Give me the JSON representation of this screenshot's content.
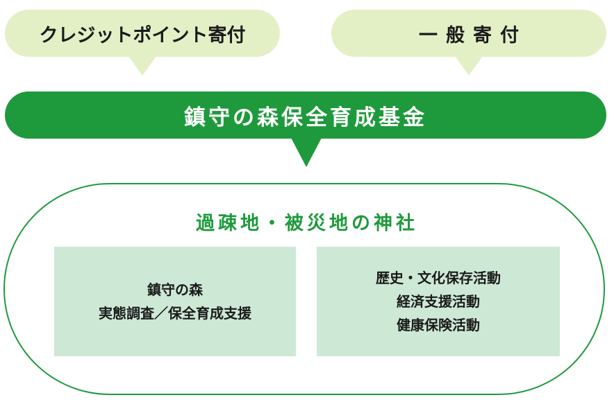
{
  "sources": {
    "credit_point": "クレジットポイント寄付",
    "general": "一般寄付"
  },
  "fund": {
    "name": "鎮守の森保全育成基金"
  },
  "beneficiary": {
    "title": "過疎地・被災地の神社",
    "left_box": {
      "lines": [
        "鎮守の森",
        "実態調査／保全育成支援"
      ]
    },
    "right_box": {
      "lines": [
        "歴史・文化保存活動",
        "経済支援活動",
        "健康保険活動"
      ]
    }
  },
  "colors": {
    "bubble_fill": "#e3f0c6",
    "fund_green": "#1e9a3c",
    "box_fill": "#cde9d6"
  }
}
